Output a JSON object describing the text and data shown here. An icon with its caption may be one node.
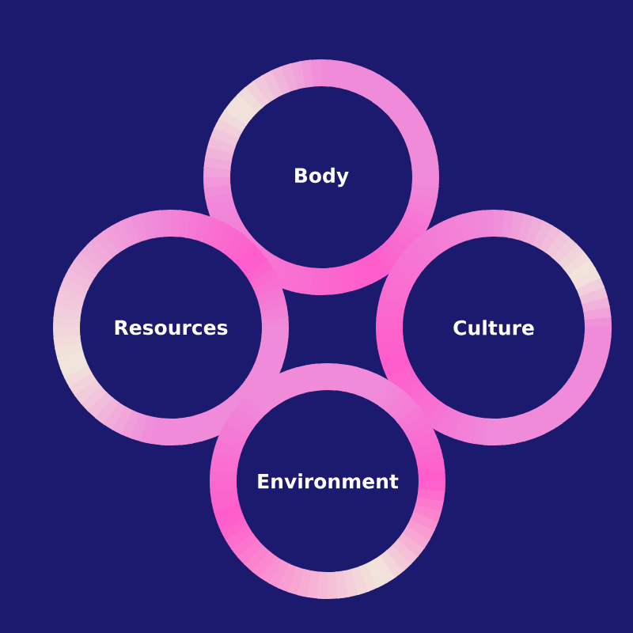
{
  "diagram": {
    "nodes": [
      {
        "text": [
          "Body"
        ]
      },
      {
        "text": [
          "Resources"
        ]
      },
      {
        "text": [
          "Culture"
        ]
      },
      {
        "text": [
          "Environment"
        ]
      }
    ]
  }
}
